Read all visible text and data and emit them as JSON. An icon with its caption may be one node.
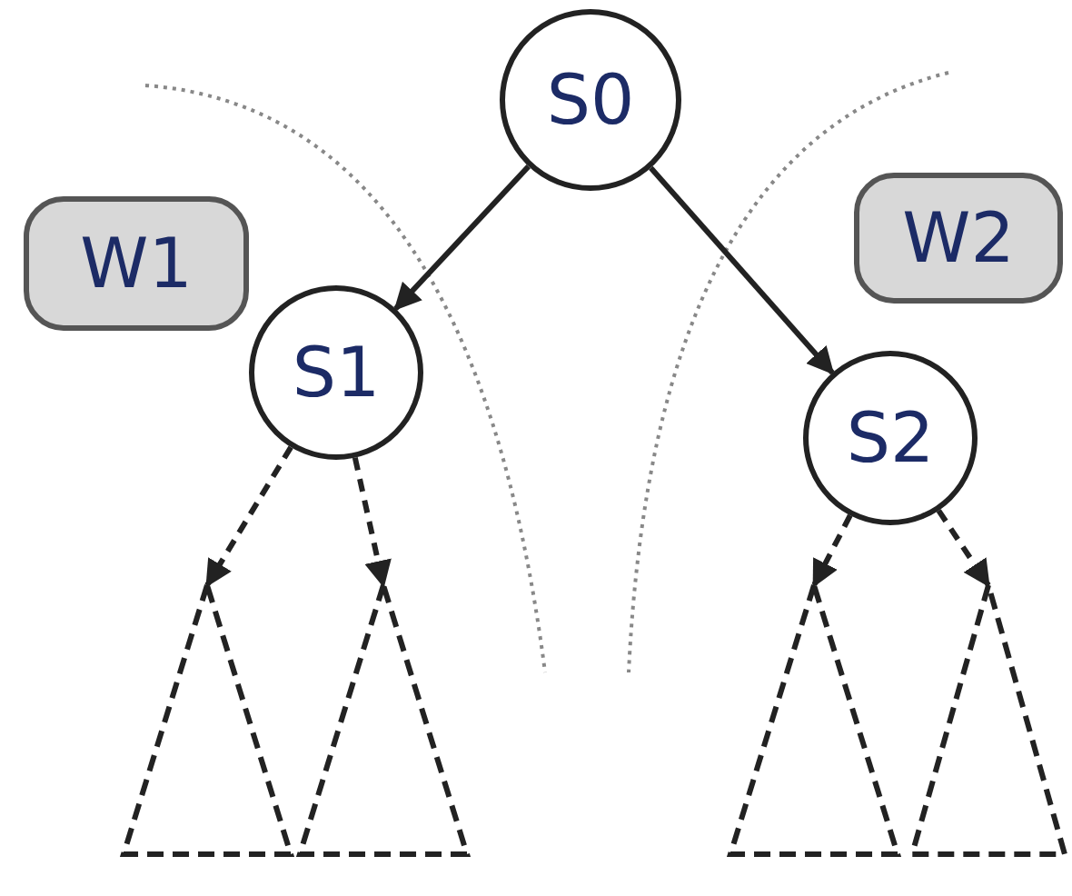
{
  "diagram": {
    "nodes": [
      {
        "text": [
          "S0"
        ]
      },
      {
        "text": [
          "W1"
        ]
      },
      {
        "text": [
          "S1"
        ]
      },
      {
        "text": [
          "W2"
        ]
      },
      {
        "text": [
          "S2"
        ]
      },
      {
        "text": [],
        "shape": "triangle"
      },
      {
        "text": [],
        "shape": "triangle"
      },
      {
        "text": [],
        "shape": "triangle"
      },
      {
        "text": [],
        "shape": "triangle"
      }
    ],
    "edges": [
      {
        "from": 0,
        "to": 2,
        "arrow": "to"
      },
      {
        "from": 0,
        "to": 4,
        "arrow": "to"
      },
      {
        "from": 2,
        "to": 5,
        "arrow": "to",
        "style": "dashed"
      },
      {
        "from": 2,
        "to": 6,
        "arrow": "to",
        "style": "dashed"
      },
      {
        "from": 4,
        "to": 7,
        "arrow": "to",
        "style": "dashed"
      },
      {
        "from": 4,
        "to": 8,
        "arrow": "to",
        "style": "dashed"
      }
    ]
  }
}
